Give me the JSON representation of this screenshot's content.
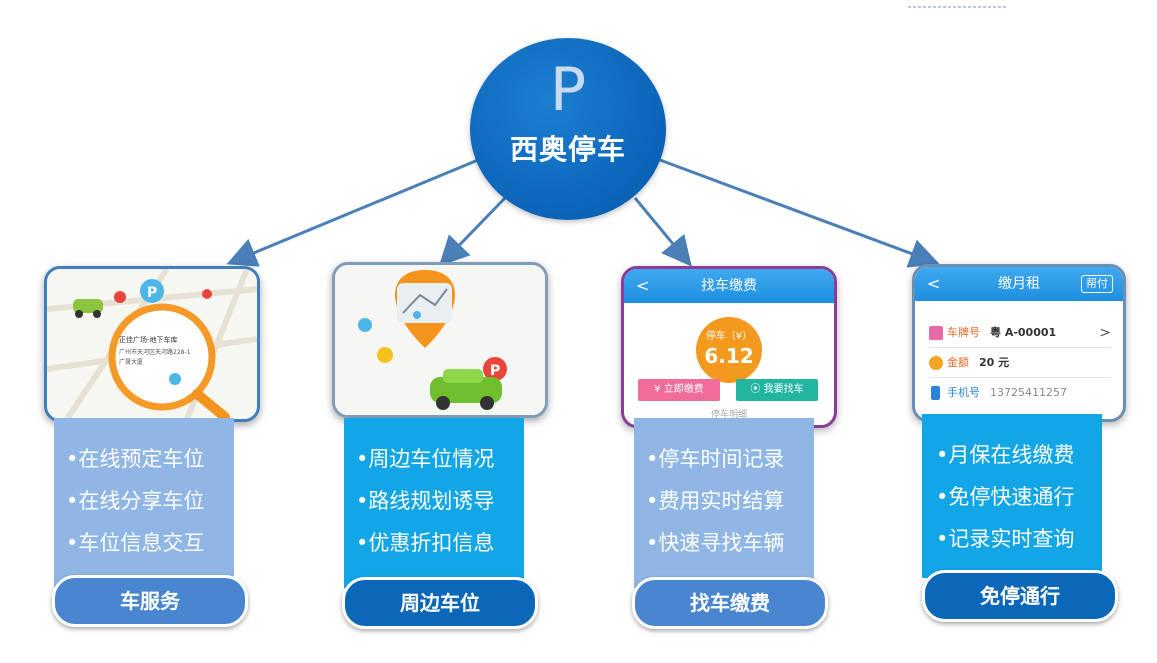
{
  "hub": {
    "symbol": "P",
    "title": "西奥停车"
  },
  "columns": [
    {
      "features": [
        "•在线预定车位",
        "•在线分享车位",
        "•车位信息交互"
      ],
      "label": "车服务",
      "thumb": {
        "place_name": "正佳广场-地下车库",
        "address": "广州市天河区天河路228-1",
        "building": "广晟大厦"
      }
    },
    {
      "features": [
        "•周边车位情况",
        "•路线规划诱导",
        "•优惠折扣信息"
      ],
      "label": "周边车位"
    },
    {
      "features": [
        "•停车时间记录",
        "•费用实时结算",
        "•快速寻找车辆"
      ],
      "label": "找车缴费",
      "screen": {
        "title": "找车缴费",
        "fee_label": "停车（¥）",
        "fee_value": "6.12",
        "pay_button": "立即缴费",
        "find_button": "我要找车",
        "detail": "停车明细"
      }
    },
    {
      "features": [
        "•月保在线缴费",
        "•免停快速通行",
        "•记录实时查询"
      ],
      "label": "免停通行",
      "screen": {
        "title": "缴月租",
        "help": "帮付",
        "rows": [
          {
            "label": "车牌号",
            "value": "粤 A-00001"
          },
          {
            "label": "金额",
            "value": "20 元"
          },
          {
            "label": "手机号",
            "value": "13725411257"
          }
        ]
      }
    }
  ],
  "colors": {
    "hub": "#0b64b8",
    "arrow": "#4a7fb8",
    "col1_box": "#8fb6e4",
    "col1_pill": "#4a86cf",
    "col2_box": "#12a6e6",
    "col2_pill": "#0d67b8",
    "col3_box": "#8fb6e4",
    "col3_pill": "#4a86cf",
    "col4_box": "#12a6e6",
    "col4_pill": "#0d67b8"
  }
}
